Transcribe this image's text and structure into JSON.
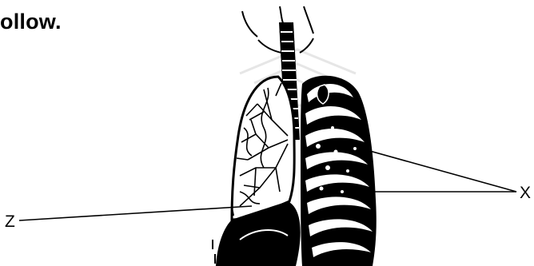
{
  "header": {
    "instruction_fragment": "ollow."
  },
  "diagram": {
    "labels": {
      "x": "X",
      "z": "Z"
    },
    "colors": {
      "ink": "#000000",
      "paper": "#ffffff",
      "watermark": "#e6e6e6"
    }
  }
}
